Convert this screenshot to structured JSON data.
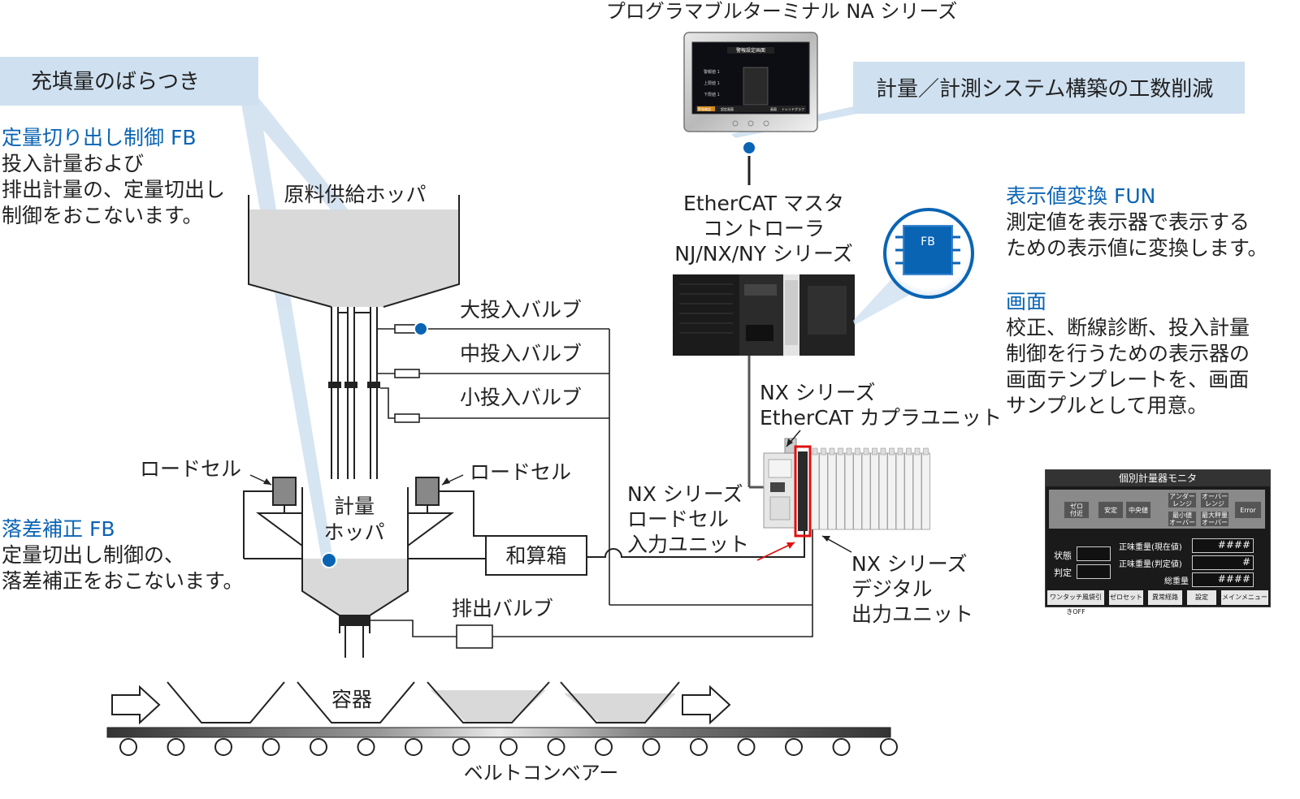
{
  "header": {
    "terminal_title": "プログラマブルターミナル NA シリーズ"
  },
  "callouts": {
    "fill_variation": "充填量のばらつき",
    "engineering": "計量／計測システム構築の工数削減"
  },
  "notes": {
    "cutoff_fb": {
      "title": "定量切り出し制御 FB",
      "lines": [
        "投入計量および",
        "排出計量の、定量切出し",
        "制御をおこないます。"
      ]
    },
    "drop_fb": {
      "title": "落差補正 FB",
      "lines": [
        "定量切出し制御の、",
        "落差補正をおこないます。"
      ]
    },
    "display_fun": {
      "title": "表示値変換 FUN",
      "lines": [
        "測定値を表示器で表示する",
        "ための表示値に変換します。"
      ]
    },
    "screen": {
      "title": "画面",
      "lines": [
        "校正、断線診断、投入計量",
        "制御を行うための表示器の",
        "画面テンプレートを、画面",
        "サンプルとして用意。"
      ]
    }
  },
  "labels": {
    "supply_hopper": "原料供給ホッパ",
    "large_valve": "大投入バルブ",
    "mid_valve": "中投入バルブ",
    "small_valve": "小投入バルブ",
    "load_cell_left": "ロードセル",
    "load_cell_right": "ロードセル",
    "weigh_hopper_1": "計量",
    "weigh_hopper_2": "ホッパ",
    "summing_box": "和算箱",
    "discharge_valve": "排出バルブ",
    "container": "容器",
    "conveyor": "ベルトコンベアー",
    "controller": [
      "EtherCAT マスタ",
      "コントローラ",
      "NJ/NX/NY シリーズ"
    ],
    "coupler": [
      "NX シリーズ",
      "EtherCAT カプラユニット"
    ],
    "loadcell_unit": [
      "NX シリーズ",
      "ロードセル",
      "入力ユニット"
    ],
    "digital_unit": [
      "NX シリーズ",
      "デジタル",
      "出力ユニット"
    ],
    "fb_badge": "FB"
  },
  "na_screen": {
    "title": "警報設定画面",
    "rows": [
      "警報値 1",
      "上限値 1",
      "下限値 1"
    ],
    "footer": [
      "警報確認",
      "設定画面",
      "画面",
      "トレンドグラフ"
    ]
  },
  "monitor_template": {
    "title": "個別計量器モニタ",
    "status_buttons": [
      "ゼロ\n付近",
      "安定",
      "中央値",
      "アンダー\nレンジ",
      "オーバー\nレンジ",
      "最小値\nオーバー",
      "最大秤量\nオーバー",
      "Error"
    ],
    "state_label": "状態",
    "judge_label": "判定",
    "value_rows": [
      {
        "label": "正味重量(現在値)",
        "value": "####"
      },
      {
        "label": "正味重量(判定値)",
        "value": "#"
      },
      {
        "label": "総重量",
        "value": "####"
      }
    ],
    "footer_buttons": [
      "ワンタッチ風袋引きOFF",
      "ゼロセット",
      "異常経路",
      "設定",
      "メインメニュー"
    ]
  },
  "colors": {
    "accent": "#0a64b4",
    "callout_bg": "#cfe0f0",
    "highlight": "#e01010"
  }
}
